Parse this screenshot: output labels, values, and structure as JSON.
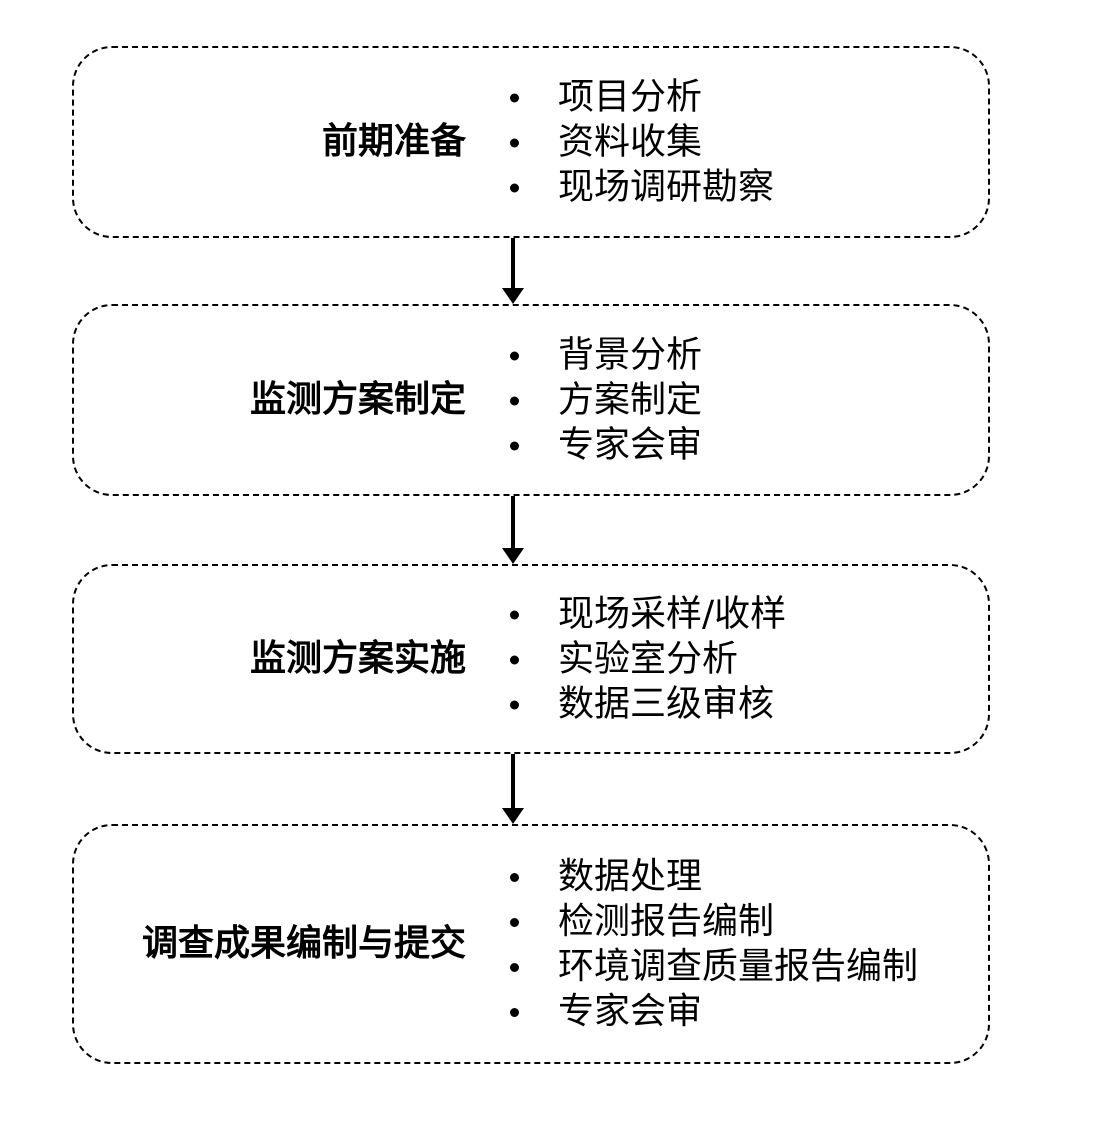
{
  "steps": [
    {
      "title": "前期准备",
      "items": [
        "项目分析",
        "资料收集",
        "现场调研勘察"
      ]
    },
    {
      "title": "监测方案制定",
      "items": [
        "背景分析",
        "方案制定",
        "专家会审"
      ]
    },
    {
      "title": "监测方案实施",
      "items": [
        "现场采样/收样",
        "实验室分析",
        "数据三级审核"
      ]
    },
    {
      "title": "调查成果编制与提交",
      "items": [
        "数据处理",
        "检测报告编制",
        "环境调查质量报告编制",
        "专家会审"
      ]
    }
  ],
  "colors": {
    "stroke": "#000000",
    "background": "#ffffff"
  }
}
